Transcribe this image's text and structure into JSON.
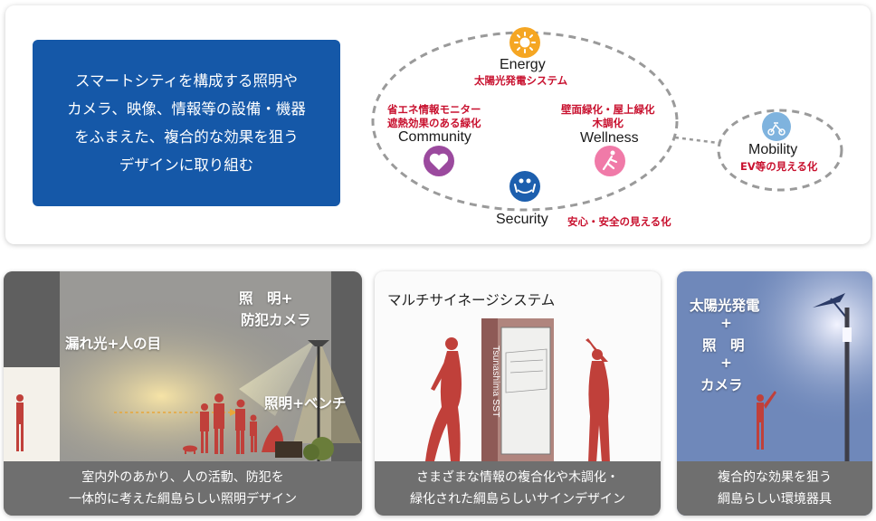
{
  "intro": {
    "lines": [
      "スマートシティを構成する照明や",
      "カメラ、映像、情報等の設備・機器",
      "をふまえた、複合的な効果を狙う",
      "デザインに取り組む"
    ]
  },
  "diagram": {
    "energy": {
      "label": "Energy",
      "sub": "太陽光発電システム"
    },
    "community": {
      "label": "Community",
      "sub1": "省エネ情報モニター",
      "sub2": "遮熱効果のある緑化"
    },
    "wellness": {
      "label": "Wellness",
      "sub1": "壁面緑化・屋上緑化",
      "sub2": "木調化"
    },
    "security": {
      "label": "Security",
      "sub": "安心・安全の見える化"
    },
    "mobility": {
      "label": "Mobility",
      "sub": "EV等の見える化"
    },
    "colors": {
      "energy": "#f5a623",
      "community": "#9b4a9e",
      "security": "#1d5fae",
      "wellness": "#f07aa8",
      "mobility": "#7fb3de",
      "accent_red": "#c8102e"
    }
  },
  "panels": {
    "lighting": {
      "label_leak": "漏れ光+人の目",
      "label_light1": "照　明+",
      "label_light2": "防犯カメラ",
      "label_bench": "照明+ベンチ",
      "caption1": "室内外のあかり、人の活動、防犯を",
      "caption2": "一体的に考えた綱島らしい照明デザイン"
    },
    "signage": {
      "title": "マルチサイネージシステム",
      "sign_text": "Tsunashima SST",
      "caption1": "さまざまな情報の複合化や木調化・",
      "caption2": "緑化された綱島らしいサインデザイン"
    },
    "streetlight": {
      "l1": "太陽光発電",
      "l2": "+",
      "l3": "照　明",
      "l4": "+",
      "l5": "カメラ",
      "caption1": "複合的な効果を狙う",
      "caption2": "綱島らしい環境器具"
    }
  }
}
